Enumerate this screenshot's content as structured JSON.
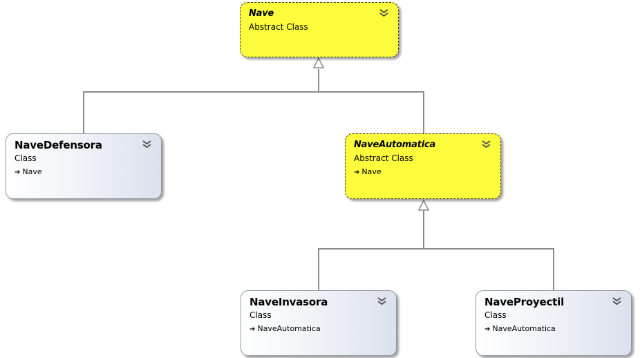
{
  "classes": {
    "nave": {
      "name": "Nave",
      "kind": "Abstract Class",
      "parent": ""
    },
    "nave_defensora": {
      "name": "NaveDefensora",
      "kind": "Class",
      "parent": "Nave"
    },
    "nave_automatica": {
      "name": "NaveAutomatica",
      "kind": "Abstract Class",
      "parent": "Nave"
    },
    "nave_invasora": {
      "name": "NaveInvasora",
      "kind": "Class",
      "parent": "NaveAutomatica"
    },
    "nave_proyectil": {
      "name": "NaveProyectil",
      "kind": "Class",
      "parent": "NaveAutomatica"
    }
  },
  "icons": {
    "expand": "double-chevron-down-icon",
    "inherits": "inheritance-arrow-icon"
  },
  "colors": {
    "abstract_fill": "#fcfc3c",
    "class_fill_end": "#dbe1ed",
    "connector": "#8a8a8a"
  }
}
